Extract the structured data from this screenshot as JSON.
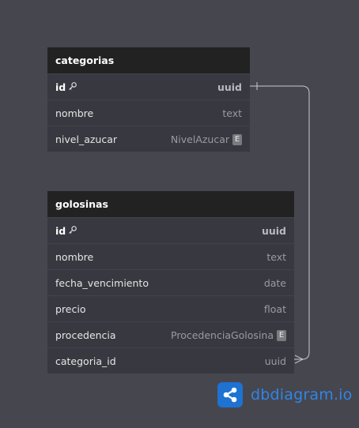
{
  "tables": [
    {
      "name": "categorias",
      "fields": [
        {
          "name": "id",
          "type": "uuid",
          "pk": true
        },
        {
          "name": "nombre",
          "type": "text"
        },
        {
          "name": "nivel_azucar",
          "type": "NivelAzucar",
          "enum": true
        }
      ]
    },
    {
      "name": "golosinas",
      "fields": [
        {
          "name": "id",
          "type": "uuid",
          "pk": true
        },
        {
          "name": "nombre",
          "type": "text"
        },
        {
          "name": "fecha_vencimiento",
          "type": "date"
        },
        {
          "name": "precio",
          "type": "float"
        },
        {
          "name": "procedencia",
          "type": "ProcedenciaGolosina",
          "enum": true
        },
        {
          "name": "categoria_id",
          "type": "uuid"
        }
      ]
    }
  ],
  "enum_badge": "E",
  "icons": {
    "primary_key": "key-icon",
    "brand": "share-nodes-icon"
  },
  "relationship": {
    "from": "golosinas.categoria_id",
    "to": "categorias.id",
    "from_end": "many",
    "to_end": "one"
  },
  "brand": {
    "name": "dbdiagram",
    "suffix": ".io"
  },
  "colors": {
    "canvas": "#46464f",
    "table_header": "#222222",
    "table_body": "#383840",
    "brand_blue": "#1e72d2",
    "brand_text": "#2f86e6",
    "relation_line": "#c8c8cc"
  }
}
